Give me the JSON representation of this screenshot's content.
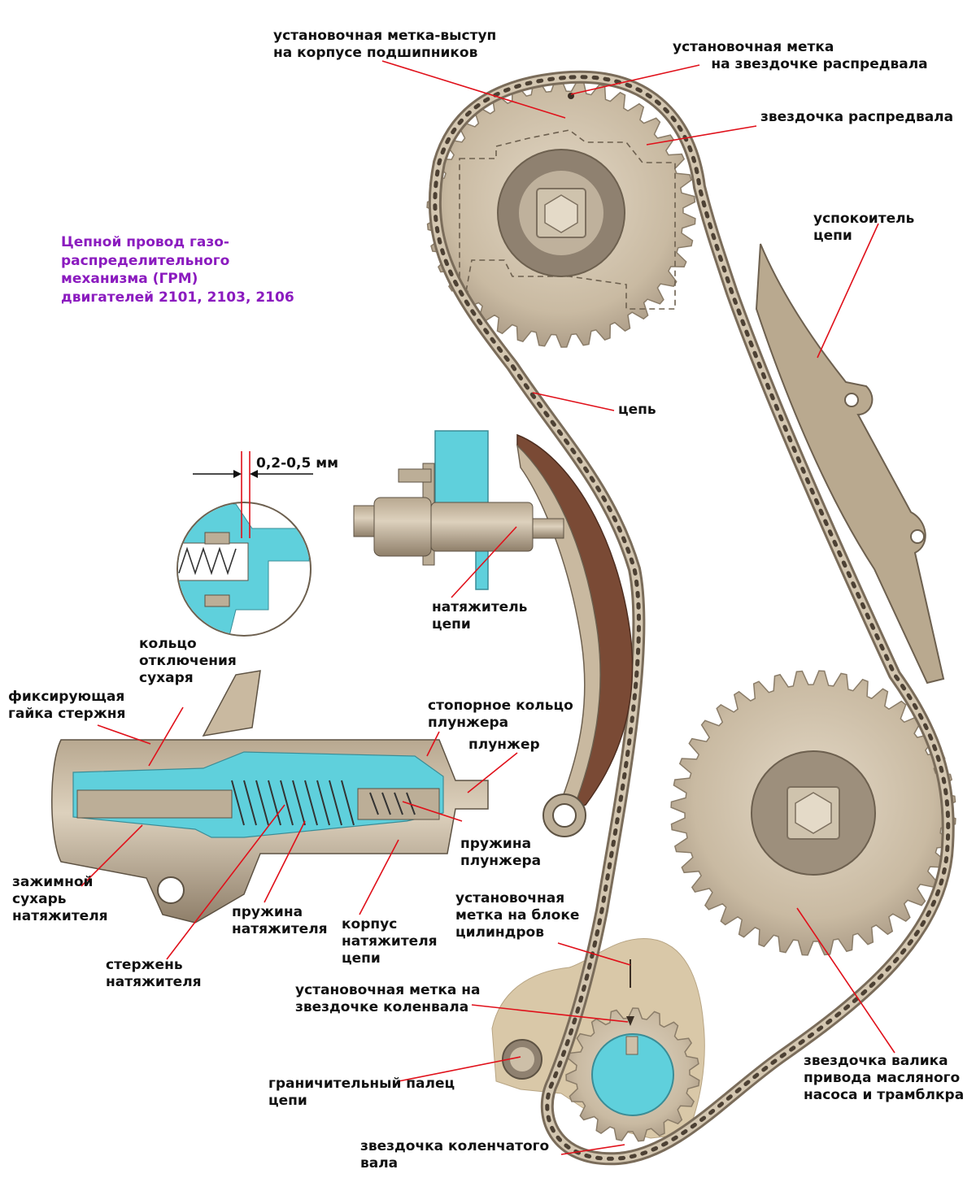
{
  "title": "Цепной провод газо-\nраспределительного\nмеханизма (ГРМ)\nдвигателей 2101, 2103, 2106",
  "colors": {
    "title": "#8b1bbf",
    "leader": "#e0101a",
    "part": "#cdbfa8",
    "part_dark": "#8a7c68",
    "section": "#5fd0dc",
    "shoe": "#7a4a35",
    "block": "#d6c5a6"
  },
  "gap_label": "0,2-0,5 мм",
  "labels": {
    "bearing_mark": "установочная метка-выступ\nна корпусе подшипников",
    "cam_sprocket_mark": "установочная метка\n        на звездочке распредвала",
    "cam_sprocket": "звездочка распредвала",
    "damper": "успокоитель\nцепи",
    "chain": "цепь",
    "tensioner": "натяжитель\nцепи",
    "release_ring": "кольцо\nотключения\nсухаря",
    "lock_nut": "фиксирующая\nгайка стержня",
    "plunger_ring": "стопорное кольцо\nплунжера",
    "plunger": "плунжер",
    "plunger_spring": "пружина\nплунжера",
    "clamp": "зажимной\nсухарь\nнатяжителя",
    "tensioner_spring": "пружина\nнатяжителя",
    "tensioner_body": "корпус\nнатяжителя\nцепи",
    "tensioner_rod": "стержень\nнатяжителя",
    "block_mark": "установочная\nметка на блоке\nцилиндров",
    "crank_sprocket_mark": "установочная метка на\nзвездочке коленвала",
    "limit_pin": "граничительный палец\nцепи",
    "crank_sprocket": "звездочка коленчатого\nвала",
    "oil_pump_sprocket": "звездочка валика\nпривода масляного\nнасоса и трамблкра"
  }
}
